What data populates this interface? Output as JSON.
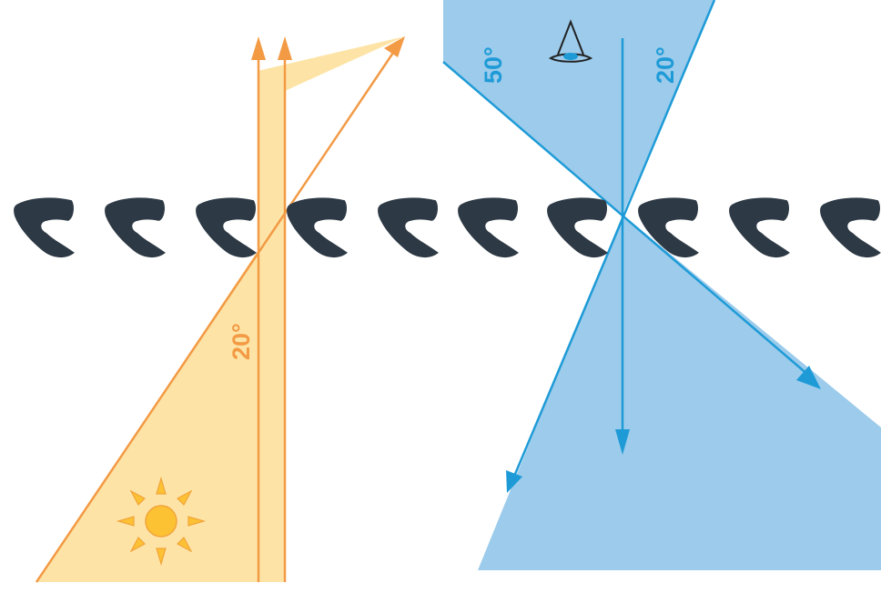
{
  "colors": {
    "background": "#ffffff",
    "sun_region": "#fde4a6",
    "sun_rays": "#f39a45",
    "view_region": "#9ccbeb",
    "view_rays": "#1e9bd7",
    "slats": "#2d3944",
    "sun_core": "#fcc233",
    "sun_outline": "#f2a33a"
  },
  "labels": {
    "sun_angle": "20°",
    "view_angle_wide": "50°",
    "view_angle_narrow": "20°"
  },
  "icons": {
    "light_source": "sun-icon",
    "observer": "eye-icon",
    "slat": "louver-slat"
  },
  "slat_count": 10
}
